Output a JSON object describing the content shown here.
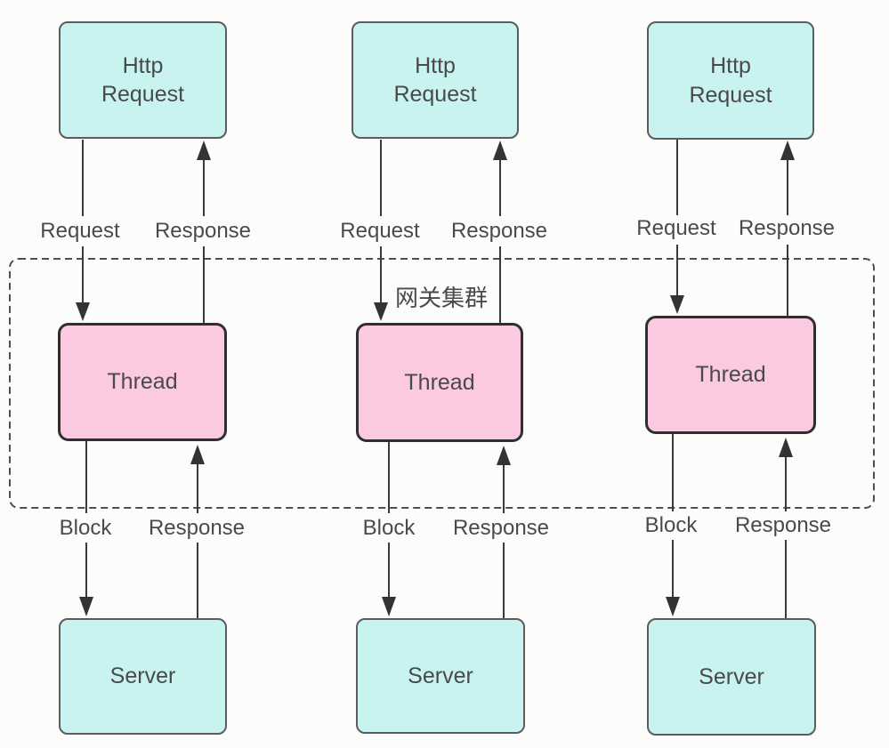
{
  "page": {
    "background": "#fcfcfb"
  },
  "cluster": {
    "label": "网关集群",
    "border_color": "#4f4f4f"
  },
  "colors": {
    "client_box_fill": "#c9f3f1",
    "client_box_border": "#5c5c5c",
    "thread_box_fill": "#fbc9e0",
    "thread_box_border": "#2f2f2f",
    "text": "#4a4a4a",
    "connector_line": "#3a3a3a",
    "arrowhead": "#333333"
  },
  "columns": [
    {
      "top_box": "Http\nRequest",
      "middle_box": "Thread",
      "bottom_box": "Server",
      "labels": {
        "request": "Request",
        "response_top": "Response",
        "block": "Block",
        "response_bottom": "Response"
      }
    },
    {
      "top_box": "Http\nRequest",
      "middle_box": "Thread",
      "bottom_box": "Server",
      "labels": {
        "request": "Request",
        "response_top": "Response",
        "block": "Block",
        "response_bottom": "Response"
      }
    },
    {
      "top_box": "Http\nRequest",
      "middle_box": "Thread",
      "bottom_box": "Server",
      "labels": {
        "request": "Request",
        "response_top": "Response",
        "block": "Block",
        "response_bottom": "Response"
      }
    }
  ]
}
